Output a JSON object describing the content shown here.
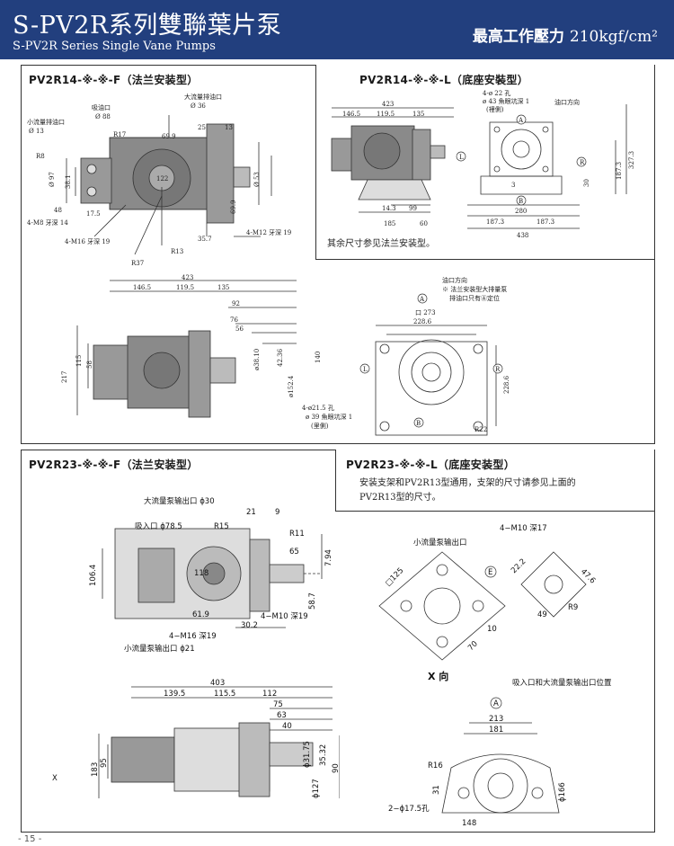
{
  "header": {
    "title": "S-PV2R系列雙聯葉片泵",
    "subtitle": "S-PV2R Series Single Vane Pumps",
    "pressure_label": "最高工作壓力",
    "pressure_value": "210kgf/cm²"
  },
  "sections": {
    "pv2r14_f": {
      "title": "PV2R14-※-※-F（法兰安装型）",
      "labels": {
        "big_outlet": "大流量排油口",
        "big_outlet_d": "Ø 36",
        "suction": "吸油口",
        "suction_d": "Ø 88",
        "small_outlet": "小流量排油口",
        "small_outlet_d": "Ø 13",
        "r17": "R17",
        "d699": "69.9",
        "d25": "25",
        "d13": "13",
        "r8": "R8",
        "d97": "Ø 97",
        "d381": "38.1",
        "d48": "48",
        "d175": "17.5",
        "m8": "4-M8 牙深 14",
        "m16": "4-M16 牙深 19",
        "r37": "R37",
        "r13": "R13",
        "d357": "35.7",
        "m12": "4-M12 牙深 19",
        "r122": "122",
        "d953": "Ø 53",
        "d699v": "69.9"
      }
    },
    "pv2r14_l": {
      "title": "PV2R14-※-※-L（底座安裝型）",
      "labels": {
        "d423": "423",
        "d1465": "146.5",
        "d1195": "119.5",
        "d135": "135",
        "d143": "14.3",
        "d99": "99",
        "d185": "185",
        "d60": "60",
        "hole": "4-ø 22 孔",
        "spot": "ø 43 魚眼坑深 1",
        "back": "(裡側)",
        "port_dir": "油口方向",
        "a": "A",
        "b": "B",
        "l": "L",
        "r": "R",
        "d280": "280",
        "d1873a": "187.3",
        "d1873b": "187.3",
        "d438": "438",
        "d3273": "327.3",
        "d1873v": "187.3",
        "d30": "30",
        "d3": "3"
      },
      "note": "其余尺寸参见法兰安装型。"
    },
    "pv2r14_bottom": {
      "labels": {
        "d423": "423",
        "d1465": "146.5",
        "d1195": "119.5",
        "d135": "135",
        "d92": "92",
        "d76": "76",
        "d56": "56",
        "d217": "217",
        "d115": "115",
        "d58": "58",
        "d38": "ø38.10",
        "d42": "42.36",
        "d140": "140",
        "d1524": "ø152.4",
        "port_dir": "油口方向",
        "flange_note1": "※ 法兰安装型大排量泵",
        "flange_note2": "排油口只有Ⓐ定位",
        "a": "A",
        "b": "B",
        "l": "L",
        "r": "R",
        "sq273": "口 273",
        "d2286": "228.6",
        "d2286v": "228.6",
        "r22": "R22",
        "hole": "4-ø21.5 孔",
        "spot": "ø 39 魚眼坑深 1",
        "back": "(里側)"
      }
    },
    "pv2r23_f": {
      "title": "PV2R23-※-※-F（法兰安装型）",
      "labels": {
        "big_outlet": "大流量泵输出口 ϕ30",
        "suction": "吸入口 ϕ78.5",
        "r15": "R15",
        "r11": "R11",
        "d21": "21",
        "d9": "9",
        "d65": "65",
        "d794": "7.94",
        "d106": "106.4",
        "d118": "118",
        "d587": "58.7",
        "d619": "61.9",
        "d302": "30.2",
        "m10": "4−M10 深19",
        "m16": "4−M16 深19",
        "small_outlet": "小流量泵输出口 ϕ21",
        "d403": "403",
        "d1395": "139.5",
        "d1155": "115.5",
        "d112": "112",
        "d75": "75",
        "d63": "63",
        "d40": "40",
        "d3175": "ϕ31.75",
        "d3532": "35.32",
        "d183": "183",
        "d95": "95",
        "d90": "90",
        "d127": "ϕ127",
        "x": "X"
      }
    },
    "pv2r23_l": {
      "title": "PV2R23-※-※-L（底座安装型）",
      "note1": "安装支架和PV2R13型通用，支架的尺寸请参见上面的",
      "note2": "PV2R13型的尺寸。",
      "labels": {
        "m10": "4−M10 深17",
        "small_outlet": "小流量泵输出口",
        "e": "E",
        "d125": "□125",
        "d222": "22.2",
        "d476": "47.6",
        "d49": "49",
        "r9": "R9",
        "d70": "70",
        "d10": "10",
        "xdir": "X 向",
        "pos": "吸入口和大流量泵输出口位置",
        "a": "A",
        "d213": "213",
        "d181": "181",
        "r16": "R16",
        "d31": "31",
        "d166": "ϕ166",
        "hole": "2−ϕ17.5孔",
        "d148": "148"
      }
    }
  },
  "footer": {
    "page": "- 15 -"
  }
}
